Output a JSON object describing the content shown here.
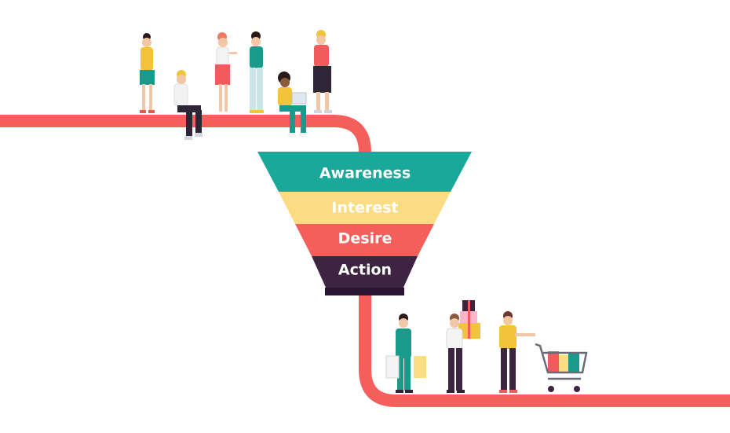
{
  "funnel": {
    "stages": [
      {
        "label": "Awareness",
        "color": "#1aa89a"
      },
      {
        "label": "Interest",
        "color": "#fbdc82"
      },
      {
        "label": "Desire",
        "color": "#f45f5c"
      },
      {
        "label": "Action",
        "color": "#3d2440"
      }
    ]
  },
  "colors": {
    "path": "#f45f5c",
    "background": "#ffffff"
  },
  "people": {
    "top_row": [
      "person-standing-phone",
      "person-sitting-laptop",
      "person-standing-redhead",
      "person-standing-teal",
      "person-sitting-laptop-2",
      "person-standing-thinking"
    ],
    "bottom_row": [
      "shopper-with-bags",
      "shopper-with-gift-boxes",
      "shopper-with-cart"
    ]
  }
}
